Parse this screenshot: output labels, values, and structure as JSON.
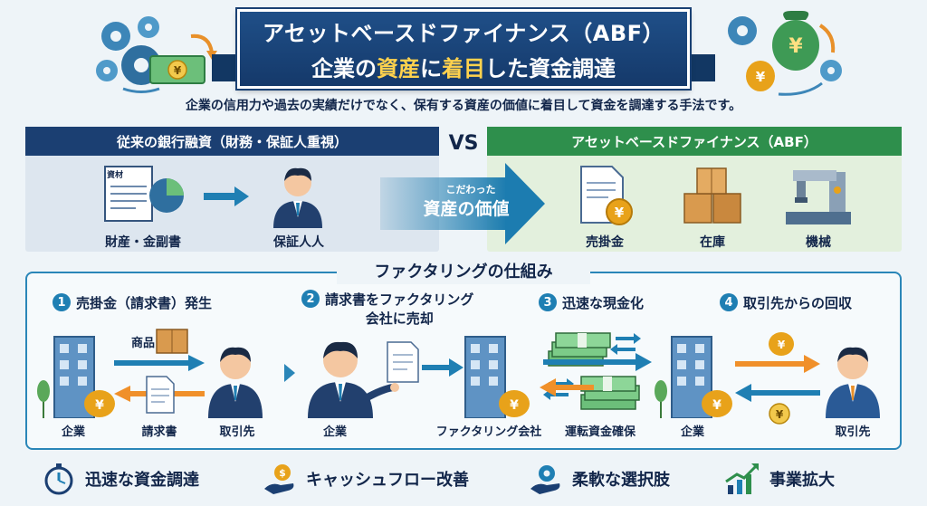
{
  "title": {
    "line1": "アセットベースドファイナンス（ABF）",
    "line2_part1": "企業の",
    "line2_hl1": "資産",
    "line2_part2": "に",
    "line2_hl2": "着目",
    "line2_part3": "した資金調達"
  },
  "subtitle": "企業の信用力や過去の実績だけでなく、保有する資産の価値に着目して資金を調達する手法です。",
  "comparison": {
    "left_header": "従来の銀行融資（財務・保証人重視）",
    "vs": "VS",
    "right_header": "アセットベースドファイナンス（ABF）",
    "document_tag": "資材",
    "left_items": [
      "財産・金副書",
      "保証人人"
    ],
    "arrow_small": "こだわった",
    "arrow_big": "資産の価値",
    "right_items": [
      "売掛金",
      "在庫",
      "機械"
    ]
  },
  "factoring": {
    "title": "ファクタリングの仕組み",
    "steps": [
      {
        "num": "1",
        "label": "売掛金（請求書）発生"
      },
      {
        "num": "2",
        "label_l1": "請求書をファクタリング",
        "label_l2": "会社に売却"
      },
      {
        "num": "3",
        "label": "迅速な現金化"
      },
      {
        "num": "4",
        "label": "取引先からの回収"
      }
    ],
    "goods_label": "商品",
    "invoice_label": "請求書",
    "labels": {
      "company1": "企業",
      "partner1": "取引先",
      "company2": "企業",
      "factoring_company": "ファクタリング会社",
      "working_capital": "運転資金確保",
      "company3": "企業",
      "partner2": "取引先"
    }
  },
  "benefits": [
    "迅速な資金調達",
    "キャッシュフロー改善",
    "柔軟な選択肢",
    "事業拡大"
  ],
  "colors": {
    "navy": "#1b3f72",
    "green": "#2e8f4c",
    "teal": "#1f7fb3",
    "gold": "#e8a21a",
    "orange": "#f0902a"
  }
}
